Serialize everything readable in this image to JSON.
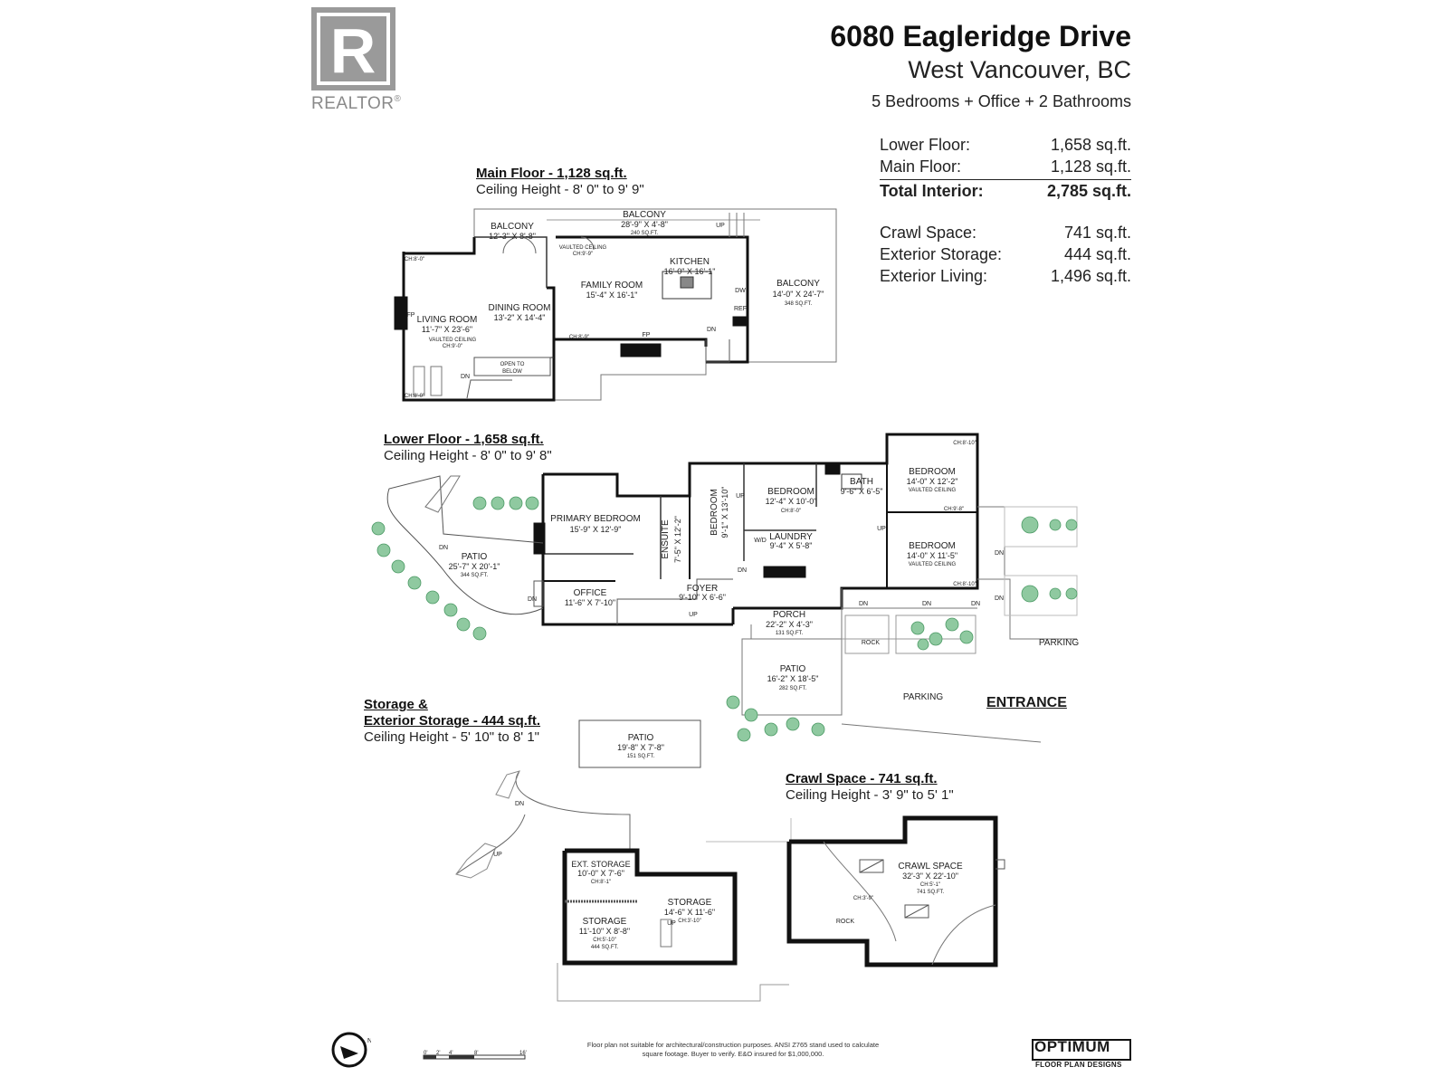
{
  "brand": {
    "logo_text": "REALTOR",
    "registered_mark": "®",
    "logo_letter": "R"
  },
  "header": {
    "address": "6080 Eagleridge Drive",
    "city": "West Vancouver, BC",
    "summary": "5 Bedrooms + Office + 2 Bathrooms"
  },
  "stats": [
    {
      "label": "Lower Floor:",
      "value": "1,658 sq.ft."
    },
    {
      "label": "Main Floor:",
      "value": "1,128 sq.ft."
    },
    {
      "label": "Total Interior:",
      "value": "2,785 sq.ft."
    },
    {
      "label": "Crawl Space:",
      "value": "741 sq.ft."
    },
    {
      "label": "Exterior Storage:",
      "value": "444 sq.ft."
    },
    {
      "label": "Exterior Living:",
      "value": "1,496 sq.ft."
    }
  ],
  "plans": {
    "main": {
      "title": "Main Floor - 1,128 sq.ft.",
      "ceiling": "Ceiling Height - 8' 0\" to 9' 9\""
    },
    "lower": {
      "title": "Lower Floor - 1,658 sq.ft.",
      "ceiling": "Ceiling Height - 8' 0\" to 9' 8\""
    },
    "storage": {
      "title1": "Storage &",
      "title2": "Exterior Storage - 444 sq.ft.",
      "ceiling": "Ceiling Height - 5' 10\" to 8' 1\""
    },
    "crawl": {
      "title": "Crawl Space - 741 sq.ft.",
      "ceiling": "Ceiling Height - 3' 9\" to 5' 1\""
    }
  },
  "rooms": {
    "balcony_left": {
      "name": "BALCONY",
      "dim": "12'-3\" X 8'-8\""
    },
    "balcony_top": {
      "name": "BALCONY",
      "dim": "28'-9\" X 4'-8\"",
      "area": "240 SQ.FT."
    },
    "balcony_right": {
      "name": "BALCONY",
      "dim": "14'-0\" X 24'-7\"",
      "area": "348 SQ.FT."
    },
    "kitchen": {
      "name": "KITCHEN",
      "dim": "16'-0\" X 16'-1\""
    },
    "family": {
      "name": "FAMILY ROOM",
      "dim": "15'-4\" X 16'-1\""
    },
    "vaulted_family": {
      "name": "VAULTED CEILING",
      "dim": "CH:9'-9\""
    },
    "dining": {
      "name": "DINING ROOM",
      "dim": "13'-2\" X 14'-4\""
    },
    "living": {
      "name": "LIVING ROOM",
      "dim": "11'-7\" X 23'-6\"",
      "note": "VAULTED CEILING",
      "ch": "CH:9'-0\""
    },
    "open_below": {
      "line1": "OPEN TO",
      "line2": "BELOW"
    },
    "primary": {
      "name": "PRIMARY BEDROOM",
      "dim": "15'-9\" X 12'-9\""
    },
    "ensuite": {
      "name": "ENSUITE",
      "dim": "7'-5\" X 12'-2\""
    },
    "bedroom_v": {
      "name": "BEDROOM",
      "dim": "9'-1\" X 13'-10\""
    },
    "bedroom_mid": {
      "name": "BEDROOM",
      "dim": "12'-4\" X 10'-0\"",
      "ch": "CH:8'-0\""
    },
    "bath": {
      "name": "BATH",
      "dim": "9'-6\" X 6'-5\""
    },
    "bedroom_ne": {
      "name": "BEDROOM",
      "dim": "14'-0\" X 12'-2\"",
      "note": "VAULTED CEILING"
    },
    "bedroom_se": {
      "name": "BEDROOM",
      "dim": "14'-0\" X 11'-5\"",
      "note": "VAULTED CEILING"
    },
    "laundry": {
      "name": "LAUNDRY",
      "dim": "9'-4\" X 5'-8\""
    },
    "foyer": {
      "name": "FOYER",
      "dim": "9'-10\" X 6'-6\""
    },
    "office": {
      "name": "OFFICE",
      "dim": "11'-6\" X 7'-10\""
    },
    "porch": {
      "name": "PORCH",
      "dim": "22'-2\" X 4'-3\"",
      "area": "131 SQ.FT."
    },
    "patio_w": {
      "name": "PATIO",
      "dim": "25'-7\" X 20'-1\"",
      "area": "344 SQ.FT."
    },
    "patio_s": {
      "name": "PATIO",
      "dim": "16'-2\" X 18'-5\"",
      "area": "282 SQ.FT."
    },
    "patio_st": {
      "name": "PATIO",
      "dim": "19'-8\" X 7'-8\"",
      "area": "151 SQ.FT."
    },
    "ext_storage": {
      "name": "EXT. STORAGE",
      "dim": "10'-0\" X 7'-6\"",
      "ch": "CH:8'-1\""
    },
    "storage_l": {
      "name": "STORAGE",
      "dim": "11'-10\" X 8'-8\"",
      "ch": "CH:5'-10\"",
      "area": "444 SQ.FT."
    },
    "storage_r": {
      "name": "STORAGE",
      "dim": "14'-6\" X 11'-6\"",
      "ch": "CH:3'-10\""
    },
    "crawl": {
      "name": "CRAWL SPACE",
      "dim": "32'-3\" X 22'-10\"",
      "ch": "CH:5'-1\"",
      "area": "741 SQ.FT."
    }
  },
  "labels": {
    "parking1": "PARKING",
    "parking2": "PARKING",
    "entrance": "ENTRANCE",
    "rock": "ROCK",
    "dn": "DN",
    "up": "UP",
    "fp": "FP",
    "dw": "DW",
    "ref": "REF",
    "wd": "W/D",
    "ch_8_0": "CH:8'-0\"",
    "ch_8_9": "CH:8'-9\"",
    "ch_8_10": "CH:8'-10\"",
    "ch_9_8": "CH:9'-8\"",
    "ch_3_9": "CH:3'-9\""
  },
  "scale": {
    "ticks": [
      "0'",
      "2'",
      "4'",
      "8'",
      "16'"
    ]
  },
  "disclaimer": "Floor plan not suitable for architectural/construction purposes. ANSI Z765 stand used to calculate square footage. Buyer to verify. E&O insured for $1,000,000.",
  "footer_brand": {
    "name": "OPTIMUM",
    "sub": "FLOOR PLAN DESIGNS"
  }
}
